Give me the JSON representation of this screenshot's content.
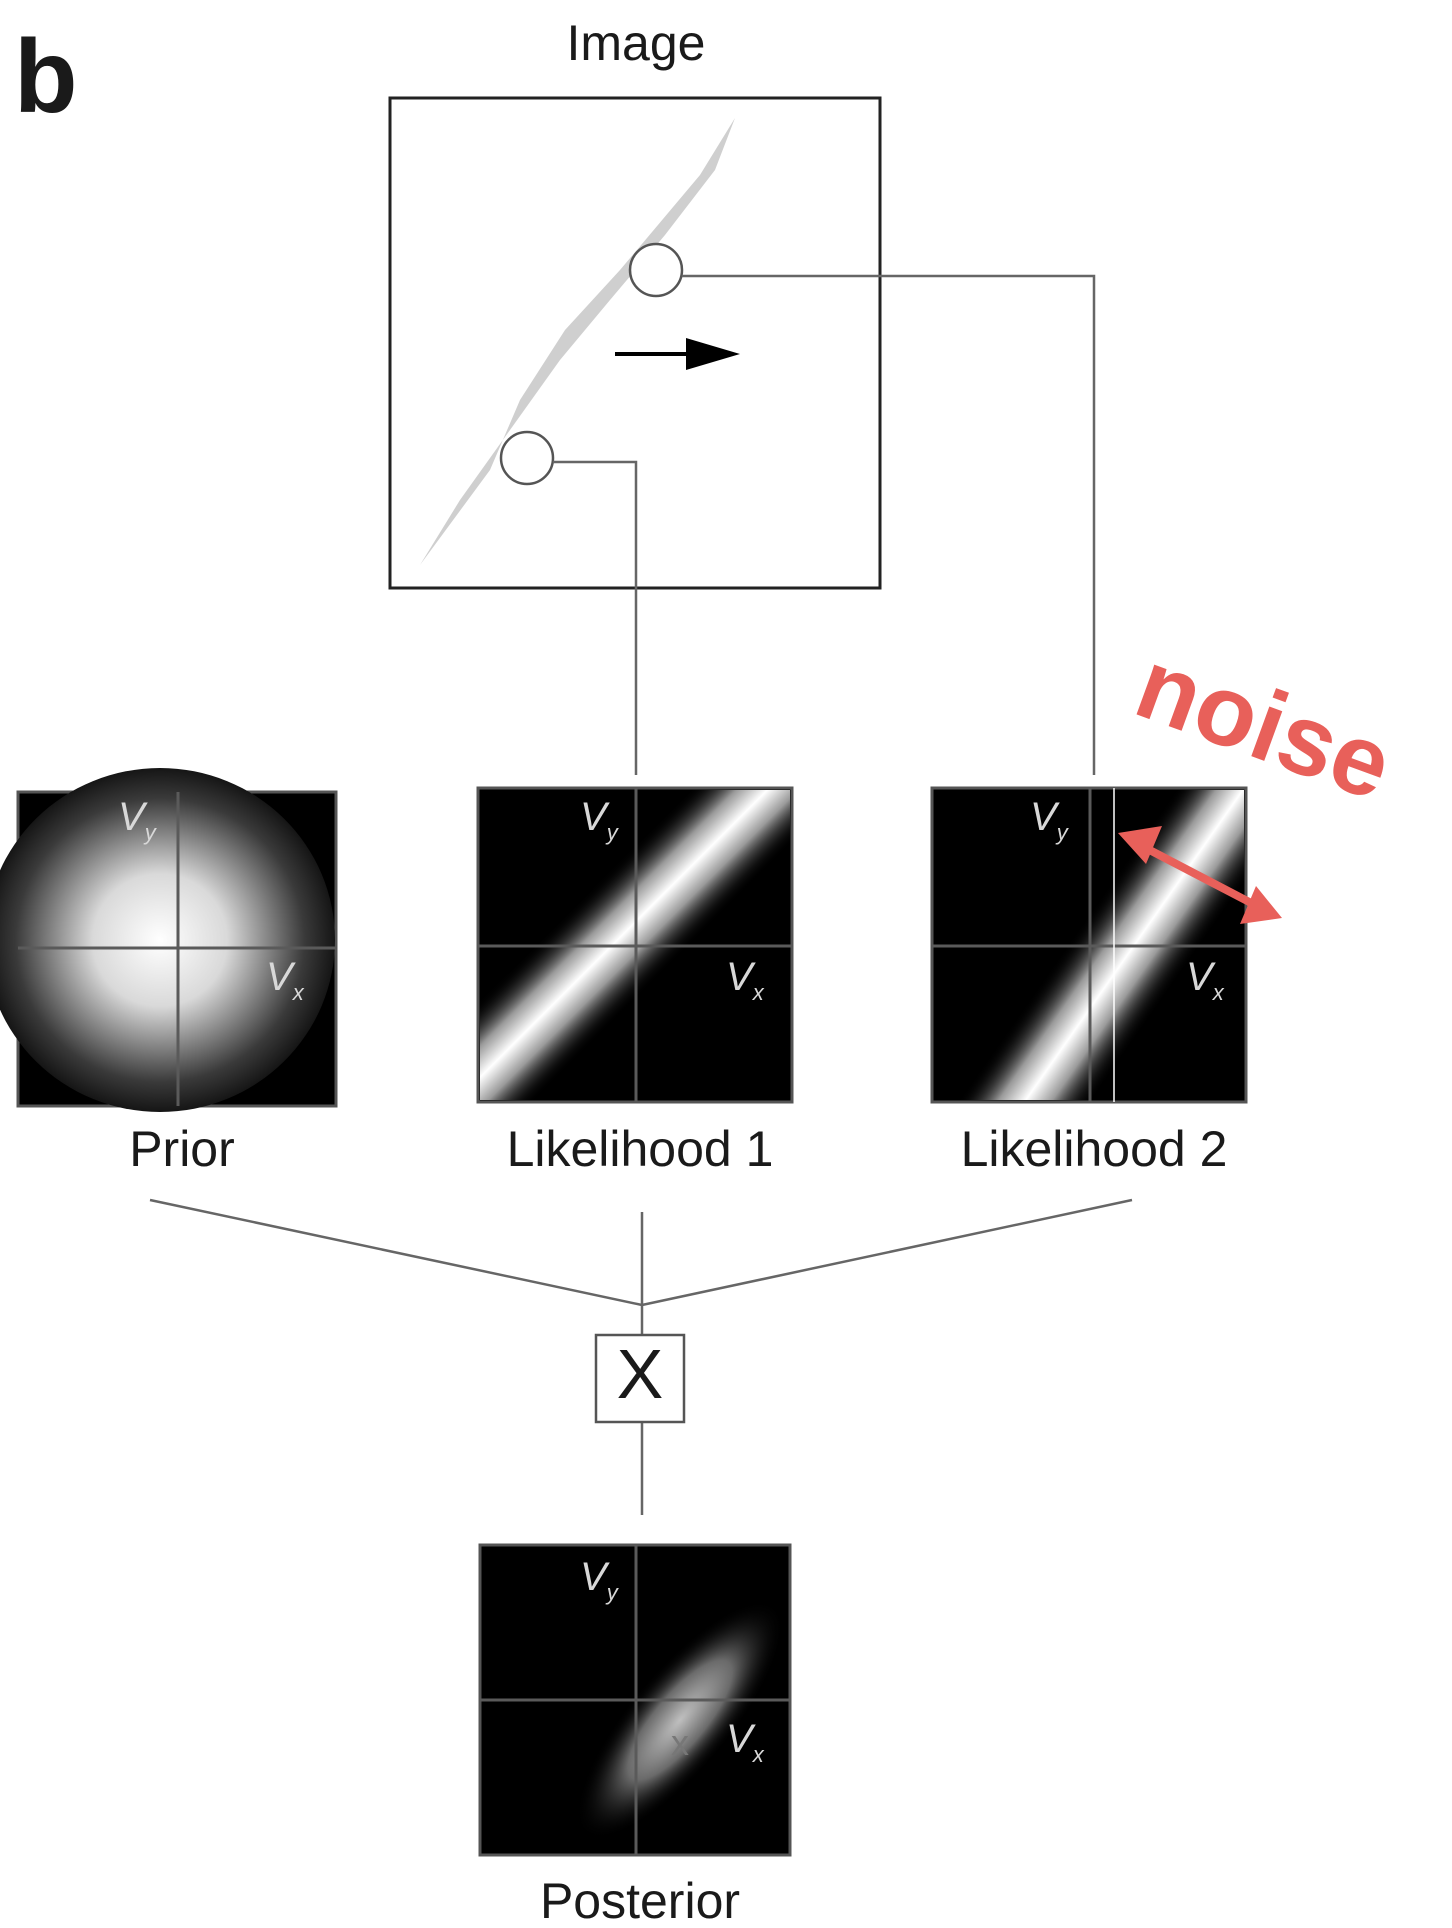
{
  "panel_letter": "b",
  "image_title": "Image",
  "maps": {
    "prior": {
      "caption": "Prior",
      "vy": "V",
      "vy_sub": "y",
      "vx": "V",
      "vx_sub": "x"
    },
    "likelihood1": {
      "caption": "Likelihood 1",
      "vy": "V",
      "vy_sub": "y",
      "vx": "V",
      "vx_sub": "x"
    },
    "likelihood2": {
      "caption": "Likelihood 2",
      "vy": "V",
      "vy_sub": "y",
      "vx": "V",
      "vx_sub": "x"
    },
    "posterior": {
      "caption": "Posterior",
      "vy": "V",
      "vy_sub": "y",
      "vx": "V",
      "vx_sub": "x",
      "marker": "x"
    }
  },
  "operator": "X",
  "annotation": {
    "text": "noise",
    "color": "#e8605a"
  }
}
